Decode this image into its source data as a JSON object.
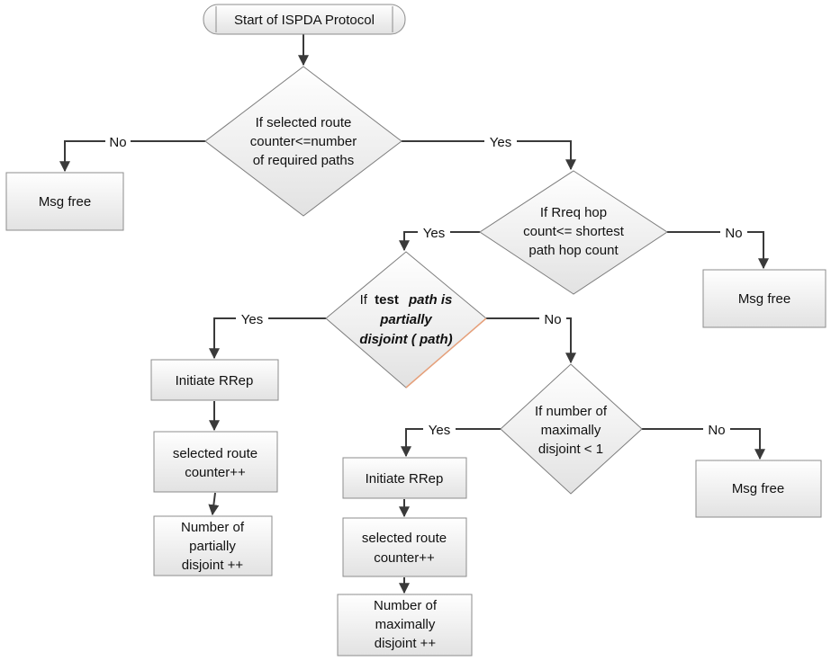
{
  "start": {
    "label": "Start of ISPDA Protocol"
  },
  "decision1": {
    "lines": [
      "If selected route",
      "counter<=number",
      "of required paths"
    ]
  },
  "decision2": {
    "lines": [
      "If Rreq hop",
      "count<= shortest",
      "path hop count"
    ]
  },
  "decision3": {
    "prefix": "If",
    "bold1": "test",
    "italic1": "path is",
    "italic2": "partially",
    "italic3": "disjoint ( path)"
  },
  "decision4": {
    "lines": [
      "If number of",
      "maximally",
      "disjoint < 1"
    ]
  },
  "msg_free_1": {
    "label": "Msg free"
  },
  "msg_free_2": {
    "label": "Msg free"
  },
  "msg_free_3": {
    "label": "Msg free"
  },
  "rrep_left": {
    "label": "Initiate RRep"
  },
  "counter_left": {
    "lines": [
      "selected route",
      "counter++"
    ]
  },
  "partial_count": {
    "lines": [
      "Number of",
      "partially",
      "disjoint ++"
    ]
  },
  "rrep_right": {
    "label": "Initiate RRep"
  },
  "counter_right": {
    "lines": [
      "selected route",
      "counter++"
    ]
  },
  "maximal_count": {
    "lines": [
      "Number of",
      "maximally",
      "disjoint ++"
    ]
  },
  "labels": {
    "yes": "Yes",
    "no": "No"
  }
}
